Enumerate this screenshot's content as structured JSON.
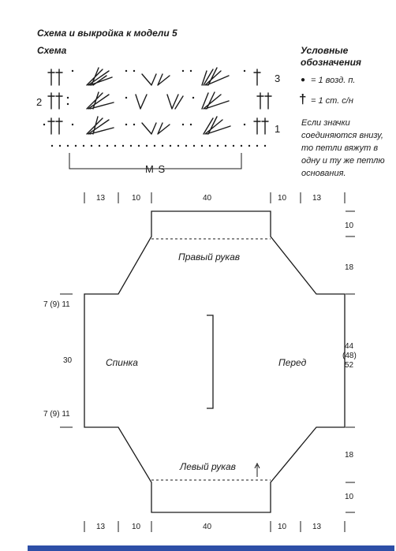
{
  "header": {
    "title": "Схема и выкройка к модели 5",
    "subtitle": "Схема"
  },
  "legend": {
    "title_line1": "Условные",
    "title_line2": "обозначения",
    "item_dot": "= 1 возд. п.",
    "item_cross": "= 1 ст. с/н",
    "note": [
      "Если значки",
      "соединяются внизу,",
      "то петли вяжут в",
      "одну и ту же петлю",
      "основания."
    ]
  },
  "chart": {
    "row_numbers": {
      "row1": "1",
      "row2": "2",
      "row3": "3"
    },
    "repeat_label": "M S"
  },
  "pattern": {
    "top_dims": [
      "13",
      "10",
      "40",
      "10",
      "13"
    ],
    "bottom_dims": [
      "13",
      "10",
      "40",
      "10",
      "13"
    ],
    "right_dims": {
      "top": "10",
      "upper": "18",
      "middle_line1": "44",
      "middle_line2": "(48)",
      "middle_line3": "52",
      "lower": "18",
      "bottom": "10"
    },
    "left_dims": {
      "upper": "7 (9) 11",
      "middle": "30",
      "lower": "7 (9) 11"
    },
    "labels": {
      "right_sleeve": "Правый рукав",
      "left_sleeve": "Левый рукав",
      "back": "Спинка",
      "front": "Перед"
    }
  },
  "colors": {
    "ink": "#1a1a1a",
    "bottom_bar": "#2d4fa7"
  }
}
